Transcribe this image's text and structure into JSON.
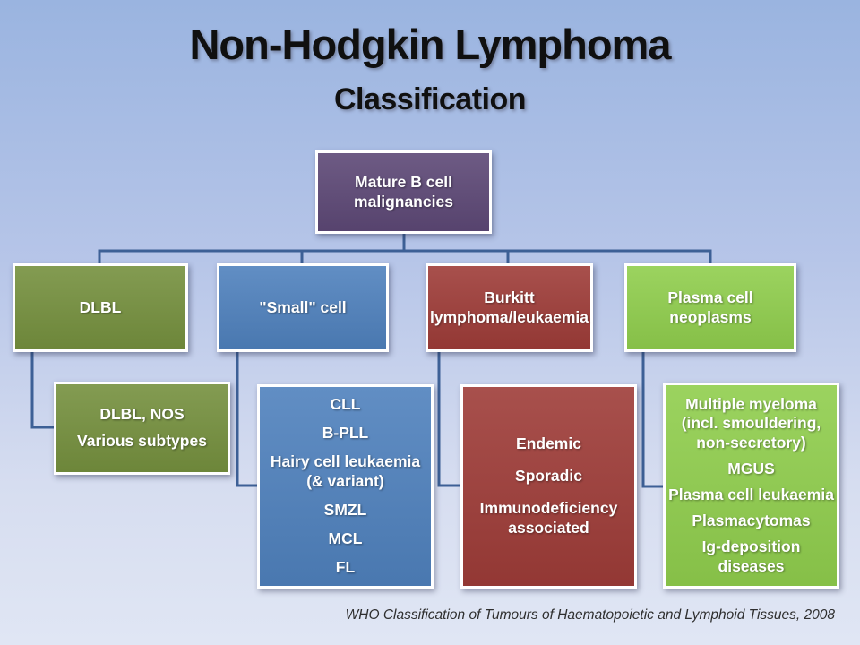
{
  "slide": {
    "title": "Non-Hodgkin Lymphoma",
    "subtitle": "Classification",
    "footer": "WHO Classification of Tumours of Haematopoietic and Lymphoid Tissues, 2008"
  },
  "colors": {
    "background_top": "#9ab4e0",
    "background_bottom": "#e0e6f4",
    "connector_line": "#3d6096",
    "root_purple": "#5d4876",
    "olive_green": "#75903e",
    "steel_blue": "#4f81bd",
    "dark_red": "#9e3c38",
    "light_green": "#90ce4d",
    "box_border": "#ffffff",
    "box_text": "#ffffff"
  },
  "tree": {
    "root": {
      "label": "Mature B cell malignancies"
    },
    "branches": [
      {
        "label": "DLBL",
        "children": [
          "DLBL, NOS",
          "Various subtypes"
        ]
      },
      {
        "label": "\"Small\" cell",
        "children": [
          "CLL",
          "B-PLL",
          "Hairy cell leukaemia (& variant)",
          "SMZL",
          "MCL",
          "FL"
        ]
      },
      {
        "label": "Burkitt lymphoma/leukaemia",
        "children": [
          "Endemic",
          "Sporadic",
          "Immunodeficiency associated"
        ]
      },
      {
        "label": "Plasma cell neoplasms",
        "children": [
          "Multiple myeloma (incl. smouldering, non-secretory)",
          "MGUS",
          "Plasma cell leukaemia",
          "Plasmacytomas",
          "Ig-deposition diseases"
        ]
      }
    ]
  }
}
